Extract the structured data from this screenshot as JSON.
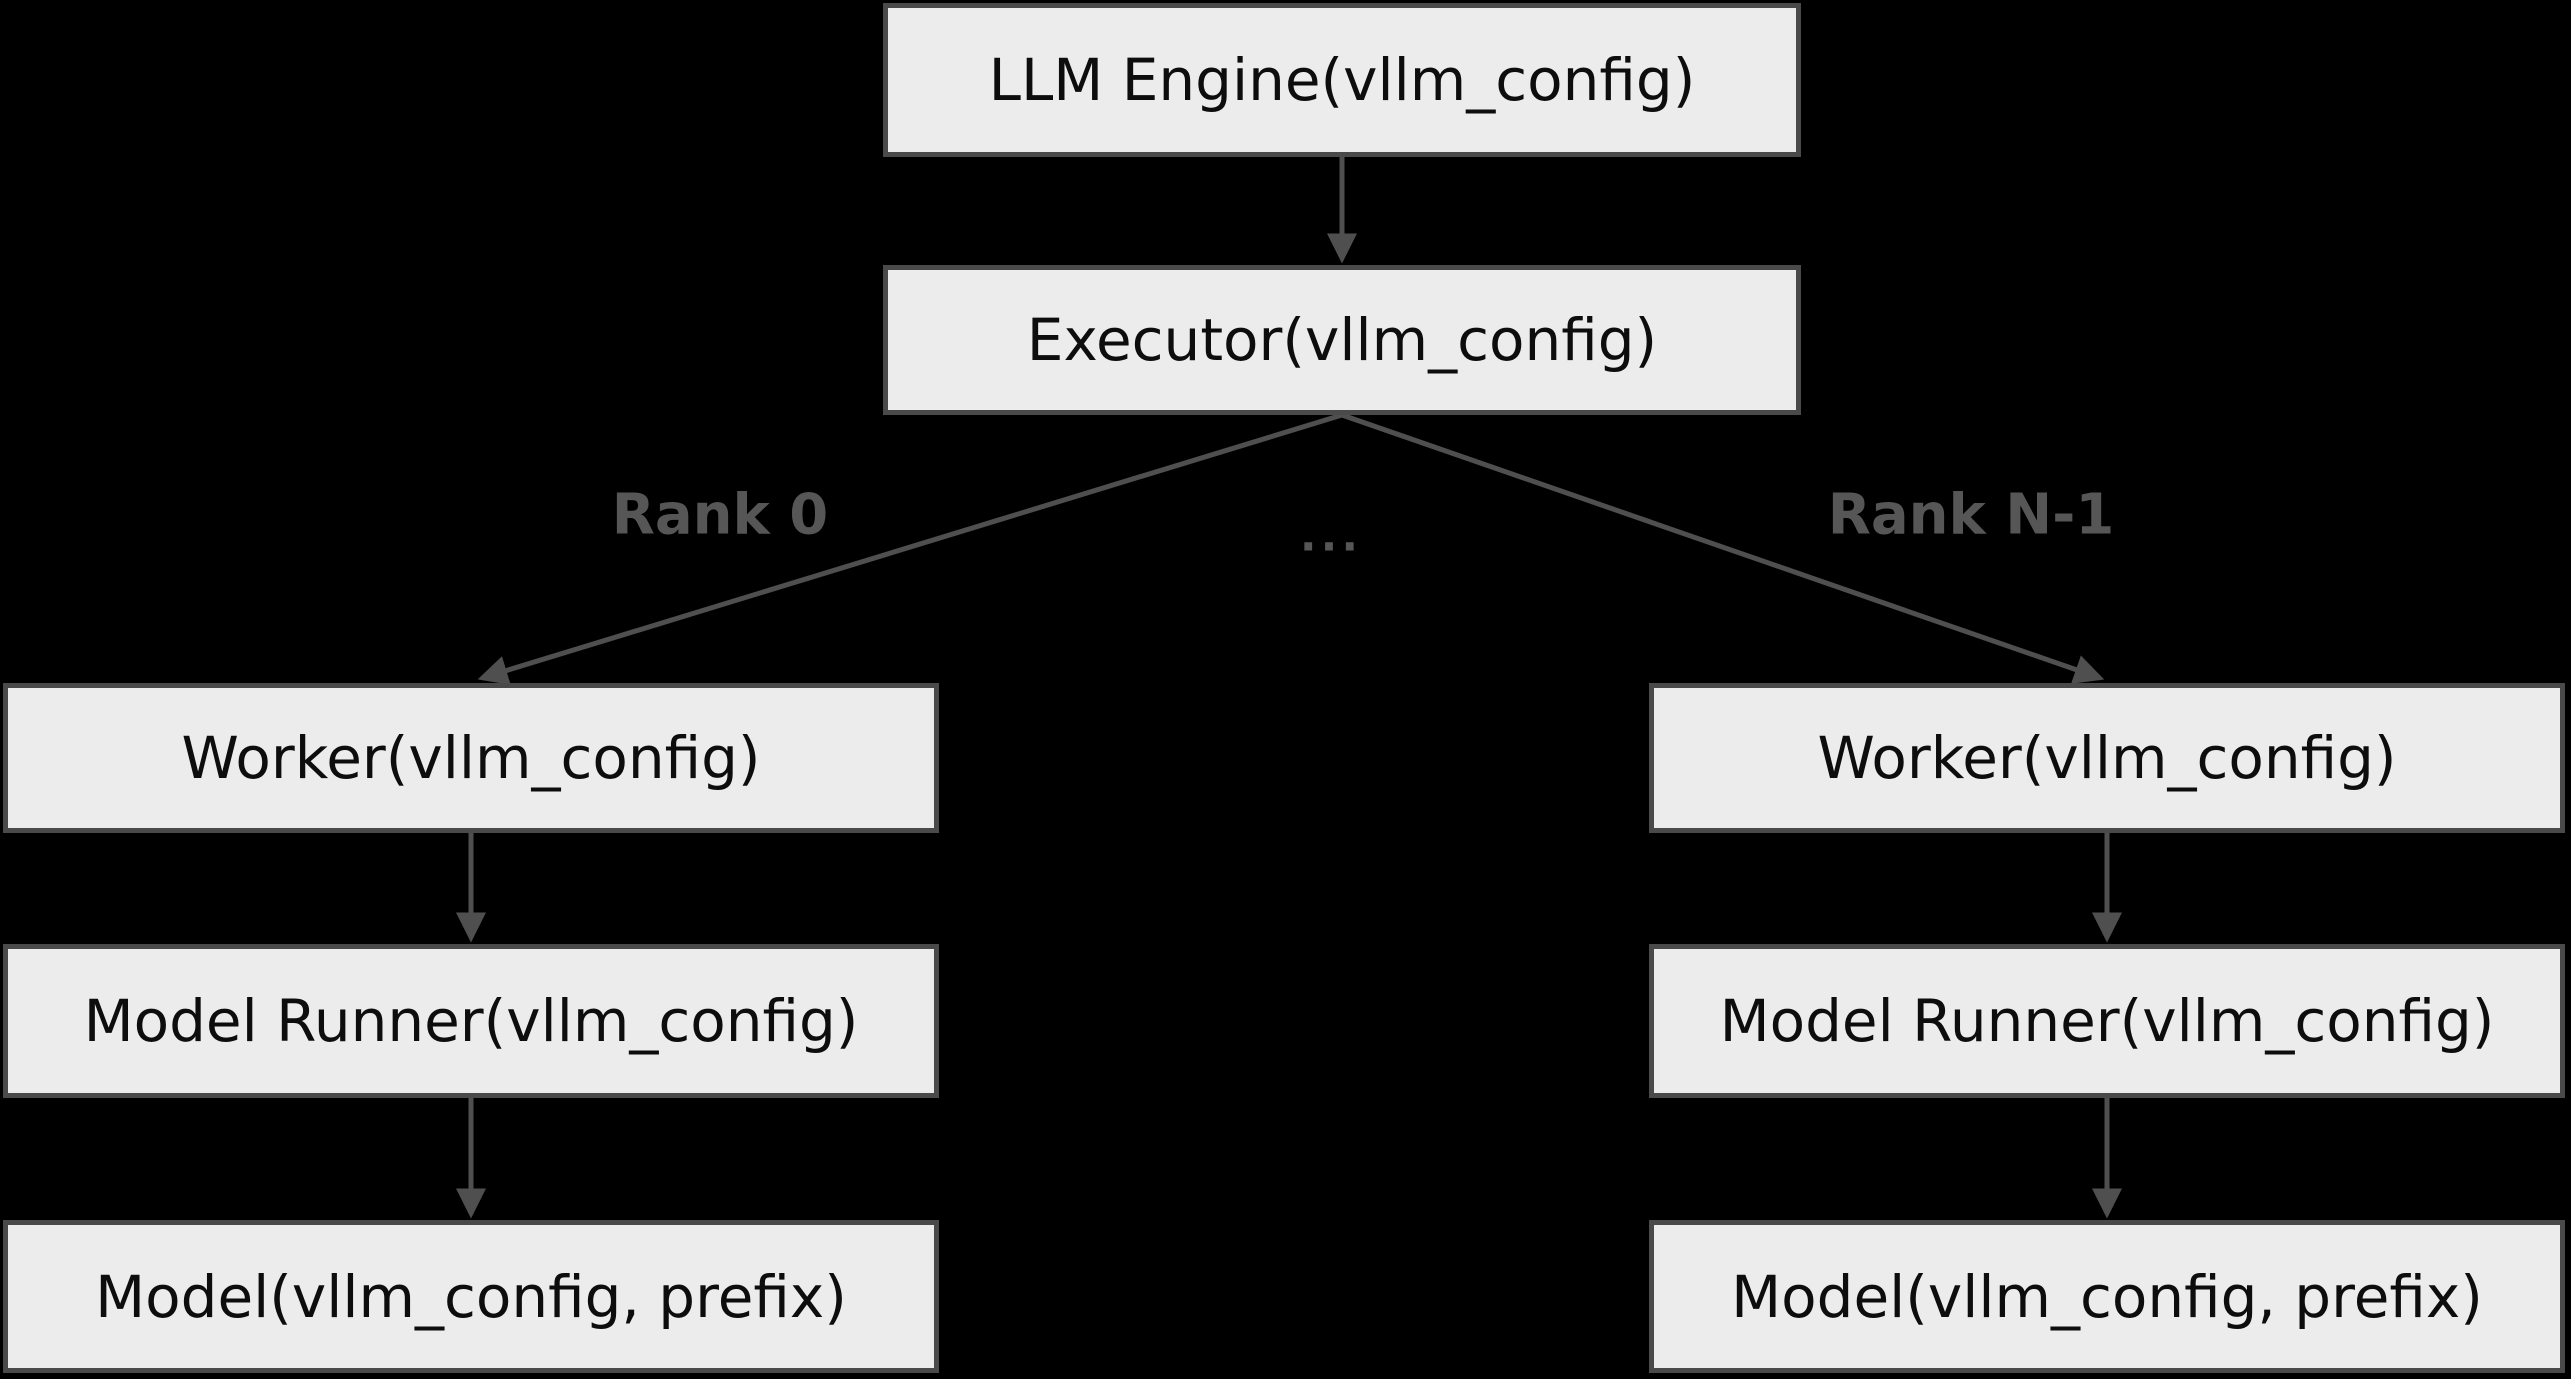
{
  "diagram": {
    "nodes": {
      "llm_engine": {
        "label": "LLM Engine(vllm_config)"
      },
      "executor": {
        "label": "Executor(vllm_config)"
      },
      "worker_left": {
        "label": "Worker(vllm_config)"
      },
      "worker_right": {
        "label": "Worker(vllm_config)"
      },
      "model_runner_left": {
        "label": "Model Runner(vllm_config)"
      },
      "model_runner_right": {
        "label": "Model Runner(vllm_config)"
      },
      "model_left": {
        "label": "Model(vllm_config, prefix)"
      },
      "model_right": {
        "label": "Model(vllm_config, prefix)"
      }
    },
    "edge_labels": {
      "rank_0": "Rank 0",
      "ellipsis": "...",
      "rank_n_1": "Rank N-1"
    },
    "colors": {
      "background": "#000000",
      "node_fill": "#ececec",
      "node_border": "#4a4a4a",
      "node_text": "#0d0d0d",
      "edge_line": "#4f4f4f",
      "edge_label": "#565656"
    }
  }
}
